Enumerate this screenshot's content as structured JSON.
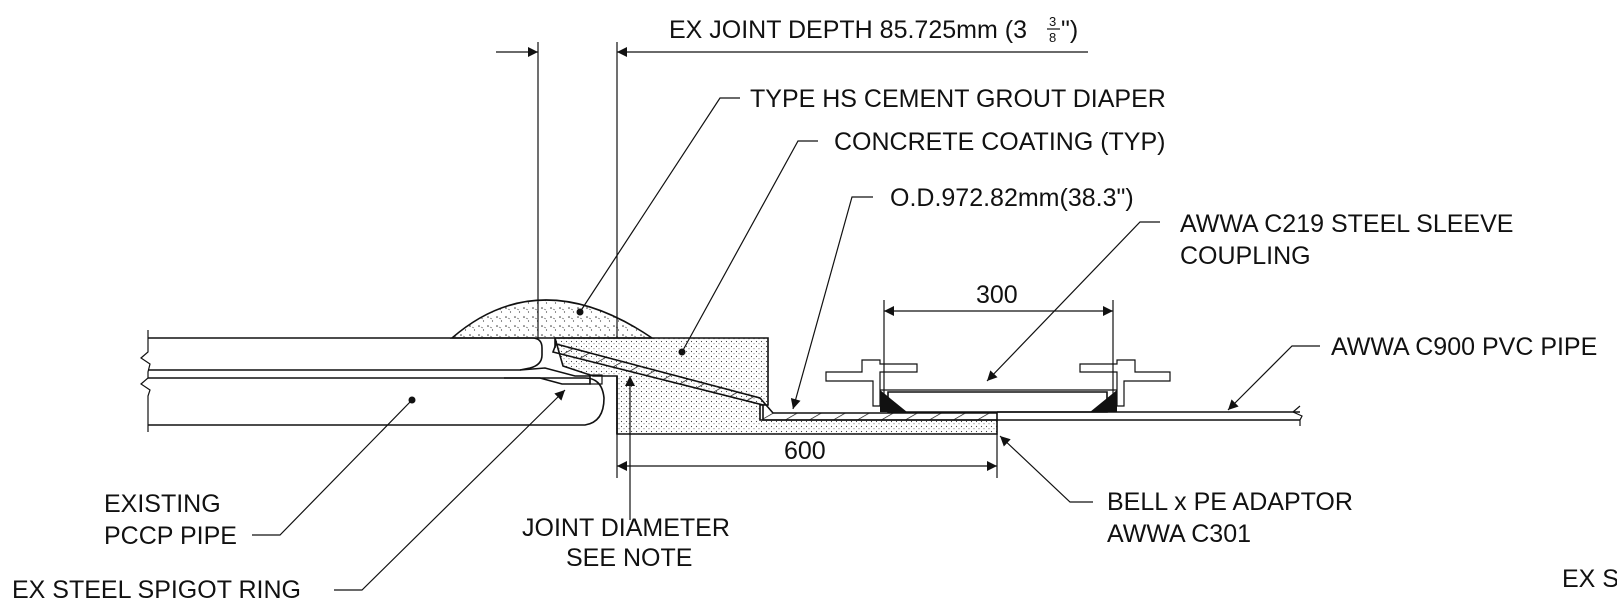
{
  "labels": {
    "joint_depth_main": "EX JOINT DEPTH 85.725mm (3",
    "joint_depth_frac_num": "3",
    "joint_depth_frac_den": "8",
    "joint_depth_close": "\")",
    "grout_diaper": "TYPE HS CEMENT GROUT DIAPER",
    "concrete_coating": "CONCRETE COATING (TYP)",
    "outer_diameter": "O.D.972.82mm(38.3\")",
    "sleeve_coupling_1": "AWWA C219 STEEL SLEEVE",
    "sleeve_coupling_2": "COUPLING",
    "dim_300": "300",
    "pvc_pipe": "AWWA C900 PVC PIPE",
    "dim_600": "600",
    "existing_pccp_1": "EXISTING",
    "existing_pccp_2": "PCCP PIPE",
    "joint_diameter_1": "JOINT DIAMETER",
    "joint_diameter_2": "SEE NOTE",
    "bell_adaptor_1": "BELL x PE ADAPTOR",
    "bell_adaptor_2": "AWWA C301",
    "spigot_ring": "EX STEEL SPIGOT RING",
    "cutoff_right": "EX S"
  }
}
